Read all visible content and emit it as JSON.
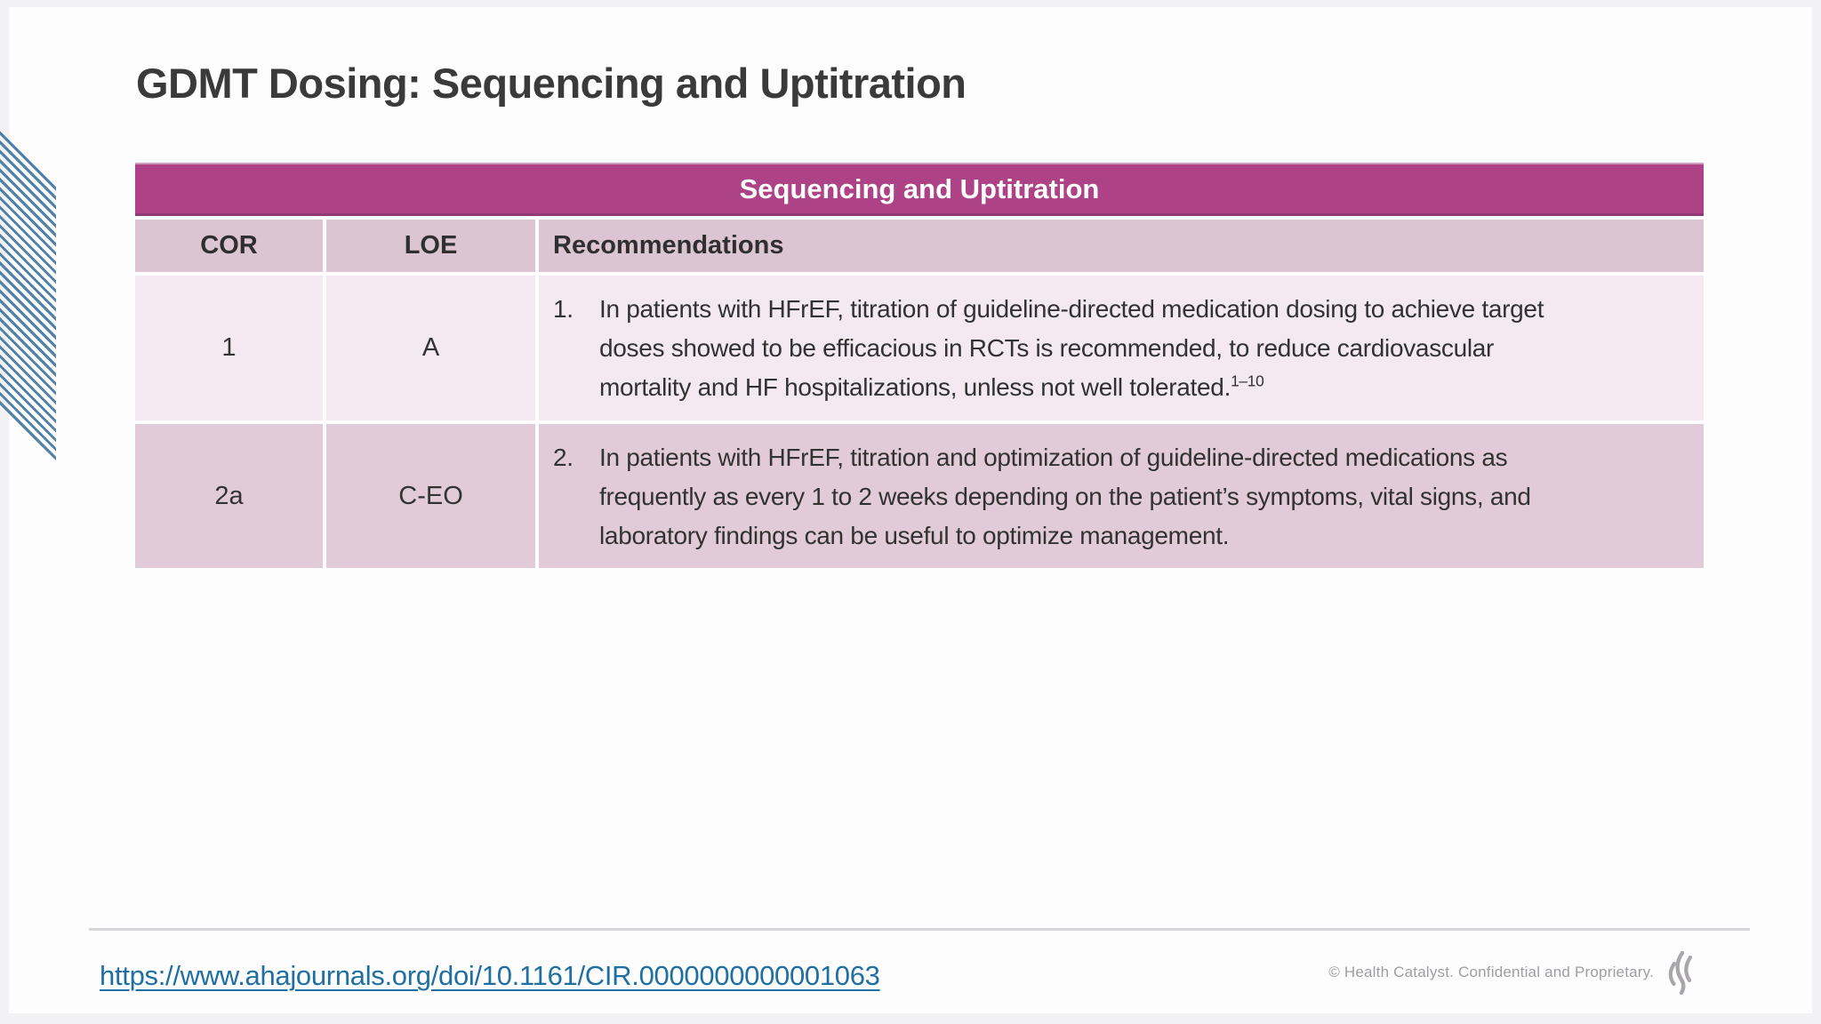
{
  "slide": {
    "title": "GDMT Dosing: Sequencing and Uptitration",
    "table": {
      "header": "Sequencing and Uptitration",
      "columns": {
        "cor": "COR",
        "loe": "LOE",
        "recommendations": "Recommendations"
      },
      "rows": [
        {
          "cor": "1",
          "loe": "A",
          "number": "1.",
          "text": "In patients with HFrEF, titration of guideline-directed medication dosing to achieve target doses showed to be efficacious in RCTs is recommended, to reduce cardiovascular mortality and HF hospitalizations, unless not well tolerated.",
          "superscript": "1–10"
        },
        {
          "cor": "2a",
          "loe": "C-EO",
          "number": "2.",
          "text": "In patients with HFrEF, titration and optimization of guideline-directed medications as frequently as every 1 to 2 weeks depending on the patient’s symptoms, vital signs, and laboratory findings can be useful to optimize management.",
          "superscript": ""
        }
      ]
    },
    "footer": {
      "link": "https://www.ahajournals.org/doi/10.1161/CIR.0000000000001063",
      "copyright": "© Health Catalyst. Confidential and Proprietary.",
      "logo": "health-catalyst-flame-icon"
    },
    "colors": {
      "accent_magenta": "#ae4287",
      "accent_magenta_dark": "#8f3a74",
      "header_row_pink": "#dcc5d2",
      "row1_pink": "#f4e9f0",
      "row2_pink": "#e2cbd8",
      "link_blue": "#1e6fa2",
      "stripe_blue": "#4e80a8"
    }
  }
}
